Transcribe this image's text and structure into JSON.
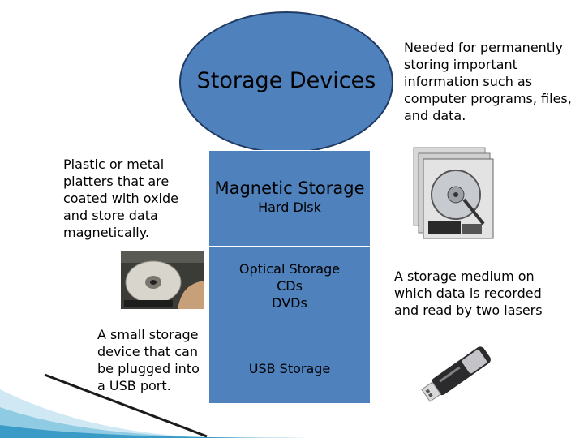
{
  "title": "Storage Devices",
  "description": "Needed for permanently storing important information such as computer programs, files, and data.",
  "magnetic": {
    "desc": "Plastic or metal platters that are coated with oxide and store data magnetically.",
    "title": "Magnetic Storage",
    "items": [
      "Hard Disk"
    ],
    "image_icon": "hard-disk-photo"
  },
  "optical": {
    "desc": "A storage medium on which data is recorded and read by two lasers",
    "title": "Optical Storage",
    "items": [
      "CDs",
      "DVDs"
    ],
    "image_icon": "optical-disc-photo"
  },
  "usb": {
    "desc": "A small storage device that can be plugged into a USB port.",
    "title": "USB Storage",
    "image_icon": "usb-drive-photo"
  },
  "colors": {
    "shape_fill": "#4f81bd",
    "outline": "#1f3a63",
    "accent_bar": "#3a9bc6"
  }
}
